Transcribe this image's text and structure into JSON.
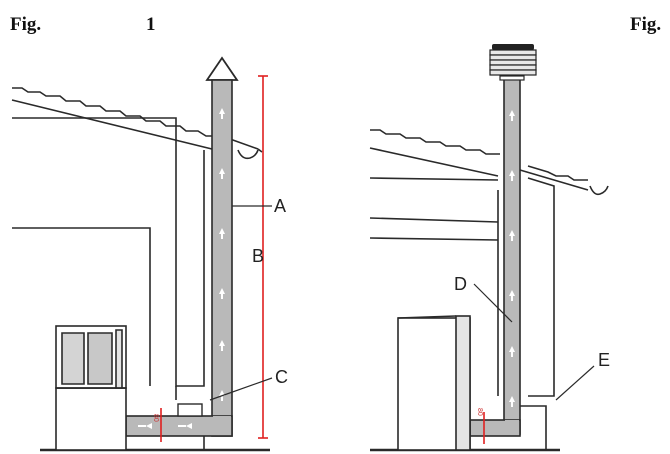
{
  "headers": {
    "fig_left": "Fig.",
    "fig_left_number": "1",
    "fig_right": "Fig."
  },
  "labels": {
    "A": "A",
    "B": "B",
    "C": "C",
    "D": "D",
    "E": "E"
  },
  "dimension_marks": {
    "left": "80",
    "right": "80"
  },
  "colors": {
    "pipe_fill": "#b9b9b9",
    "dimension_line": "#e02020",
    "outline": "#2a2a2a"
  }
}
